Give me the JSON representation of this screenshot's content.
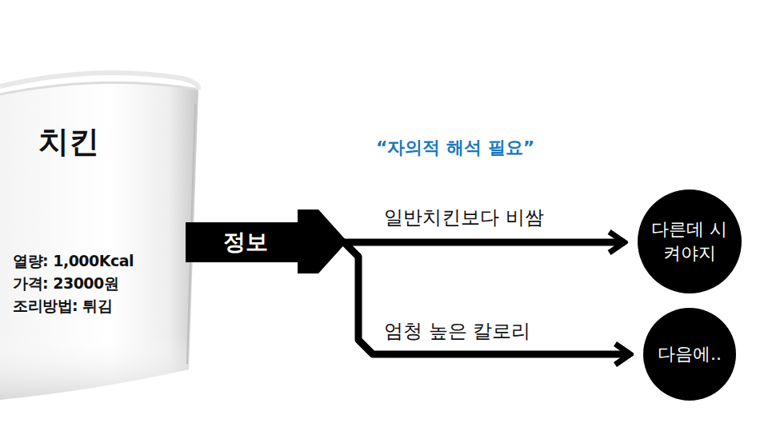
{
  "diagram": {
    "nodes": [
      {
        "text": [
          "치킨",
          "열량: 1,000Kcal",
          "가격: 23000원",
          "조리방법: 튀김"
        ]
      },
      {
        "text": [
          "정보"
        ]
      },
      {
        "text": [
          "다른데 시켜야지"
        ]
      },
      {
        "text": [
          "다음에.."
        ]
      }
    ],
    "edges": [
      {
        "from": 1,
        "to": 2,
        "arrow": "to",
        "label": "일반치킨보다 비쌈"
      },
      {
        "from": 1,
        "to": 3,
        "arrow": "to",
        "label": "엄청 높은 칼로리"
      }
    ],
    "labels": [
      "“자의적 해석 필요”"
    ]
  }
}
